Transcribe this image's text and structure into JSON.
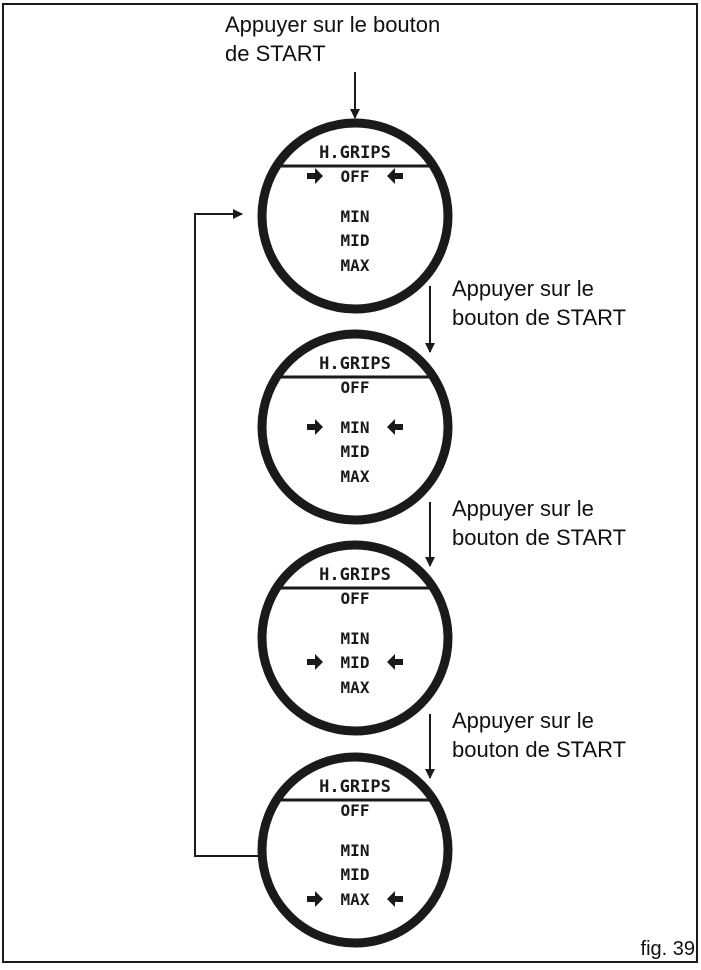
{
  "instruction_first": [
    "Appuyer sur le bouton",
    "de START"
  ],
  "instruction_step": [
    "Appuyer sur le",
    "bouton de START"
  ],
  "figure_label": "fig. 39",
  "display": {
    "title": "H.GRIPS",
    "options": [
      "OFF",
      "MIN",
      "MID",
      "MAX"
    ]
  },
  "screens": [
    {
      "selected": "OFF"
    },
    {
      "selected": "MIN"
    },
    {
      "selected": "MID"
    },
    {
      "selected": "MAX"
    }
  ]
}
